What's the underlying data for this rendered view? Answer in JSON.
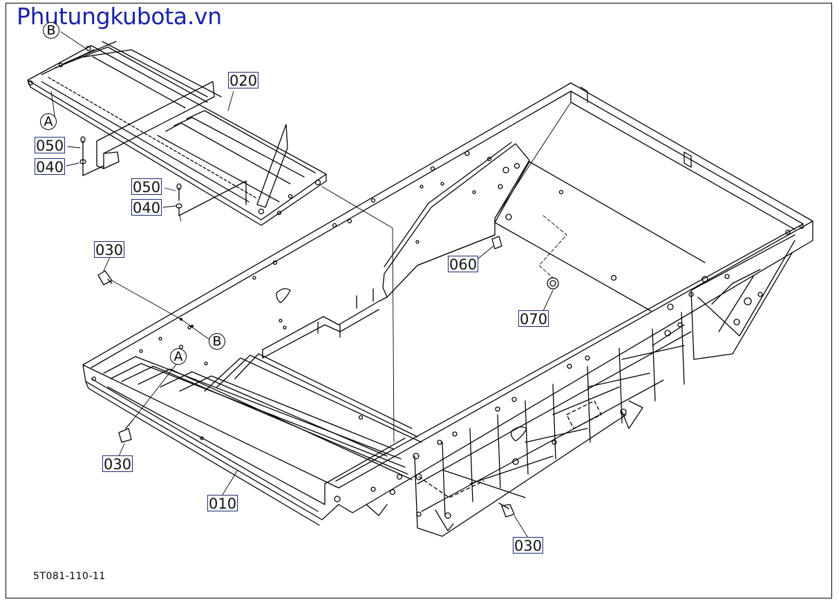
{
  "watermark": "Phutungkubota.vn",
  "drawing_code": "5T081-110-11",
  "labels": {
    "p020": "020",
    "p050_a": "050",
    "p040_a": "040",
    "p050_b": "050",
    "p040_b": "040",
    "p030_a": "030",
    "p030_b": "030",
    "p030_c": "030",
    "p060": "060",
    "p070": "070",
    "p010": "010"
  },
  "refs": {
    "b_top": "B",
    "a_top": "A",
    "a_main": "A",
    "b_main": "B"
  },
  "colors": {
    "label_border": "#1a2a6e",
    "watermark": "#1a23a8",
    "line": "#000000"
  }
}
